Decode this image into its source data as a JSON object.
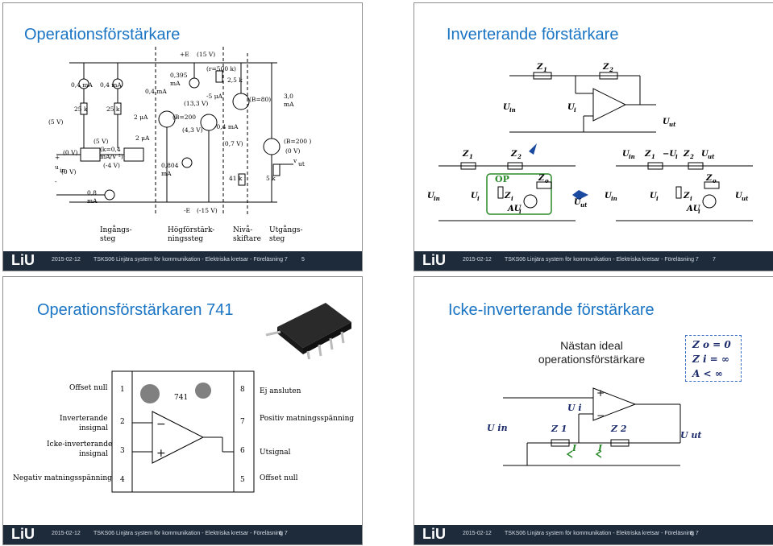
{
  "footer": {
    "logo": "LiU",
    "date": "2015-02-12",
    "course": "TSKS06 Linjära system för kommunikation - Elektriska kretsar - Föreläsning 7"
  },
  "slides": [
    {
      "title": "Operationsförstärkare",
      "number": "5",
      "circuit": {
        "supply_pos": "+E",
        "supply_pos_v": "(15 V)",
        "supply_neg": "-E",
        "supply_neg_v": "(-15 V)",
        "labels": [
          "0,4 mA",
          "0,4 mA",
          "0,4 mA",
          "0,395",
          "mA",
          "(r=500 k)",
          "2,5 k",
          "(B=80)",
          "3,0",
          "mA",
          "-5 μA",
          "(13,3 V)",
          "25 k",
          "25 k",
          "2 μA",
          "(B=200",
          "(5 V)",
          "(4,3 V)",
          "-0,4 mA",
          "2 μA",
          "(5 V)",
          "(0,7 V)",
          "(B=200 )",
          "(0 V)",
          "(0 V)",
          "(k=0,4",
          "mA/V ²)",
          "(-4 V)",
          "(0 V)",
          "0,804",
          "mA",
          "41 k",
          "5 k",
          "v",
          "ut",
          "u",
          "in",
          "+",
          "-",
          "0,8",
          "mA"
        ],
        "stages": [
          "Ingångs-",
          "steg",
          "Högförstärk-",
          "ningssteg",
          "Nivå-",
          "skiftare",
          "Utgångs-",
          "steg"
        ]
      }
    },
    {
      "title": "Inverterande förstärkare",
      "number": "7",
      "labels": {
        "z1": "Z",
        "z1sub": "1",
        "z2": "Z",
        "z2sub": "2",
        "uin": "U",
        "uinsub": "in",
        "ui": "U",
        "uisub": "i",
        "uut": "U",
        "uutsub": "ut",
        "op": "OP",
        "zi": "Z",
        "zisub": "i",
        "zo": "Z",
        "zosub": "o",
        "aui": "AU",
        "auisub": "i",
        "eq_lhs": "U in",
        "eq": "U in  Z 1  −U i  Z 2  U ut",
        "plus": "+",
        "minus": "-"
      }
    },
    {
      "title": "Operationsförstärkaren 741",
      "number": "6",
      "chip_text": "741",
      "pins_left": [
        {
          "label": "Offset null",
          "num": "1"
        },
        {
          "label": "Inverterande\ninsignal",
          "num": "2"
        },
        {
          "label": "Icke-inverterande\ninsignal",
          "num": "3"
        },
        {
          "label": "Negativ matningsspänning",
          "num": "4"
        }
      ],
      "pins_right": [
        {
          "label": "Ej ansluten",
          "num": "8"
        },
        {
          "label": "Positiv matningsspänning",
          "num": "7"
        },
        {
          "label": "Utsignal",
          "num": "6"
        },
        {
          "label": "Offset null",
          "num": "5"
        }
      ],
      "pin_labels_text": [
        "Offset null",
        "Inverterande",
        "insignal",
        "Icke-inverterande",
        "insignal",
        "Negativ matningsspänning",
        "Ej ansluten",
        "Positiv matningsspänning",
        "Utsignal",
        "Offset null"
      ],
      "pin_numbers": [
        "1",
        "2",
        "3",
        "4",
        "8",
        "7",
        "6",
        "5"
      ]
    },
    {
      "title": "Icke-inverterande förstärkare",
      "number": "8",
      "note_line1": "Nästan ideal",
      "note_line2": "operationsförstärkare",
      "conditions": [
        "Z o = 0",
        "Z i = ∞",
        "A < ∞"
      ],
      "labels": {
        "uin": "U in",
        "ui": "U i",
        "uut": "U ut",
        "z1": "Z 1",
        "z2": "Z 2",
        "i1": "I",
        "i2": "I"
      }
    }
  ]
}
